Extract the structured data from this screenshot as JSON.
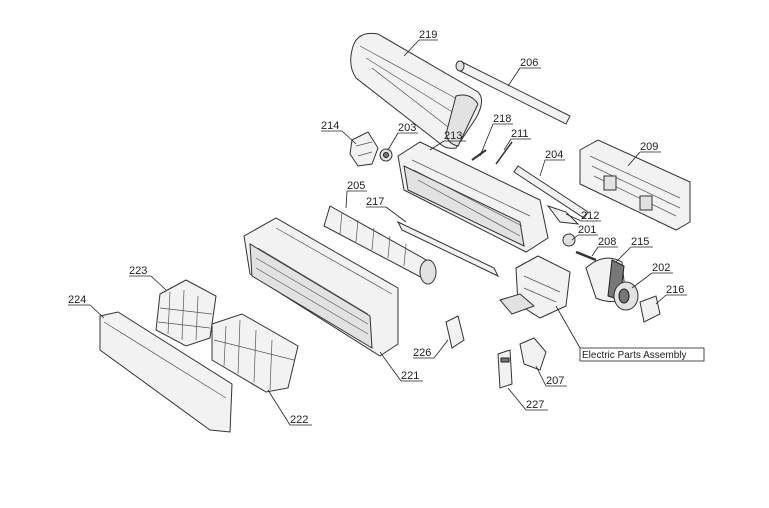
{
  "callouts": {
    "p219": "219",
    "p206": "206",
    "p214": "214",
    "p203": "203",
    "p213": "213",
    "p218": "218",
    "p211": "211",
    "p204": "204",
    "p209": "209",
    "p205": "205",
    "p217": "217",
    "p212": "212",
    "p201": "201",
    "p208": "208",
    "p215": "215",
    "p202": "202",
    "p216": "216",
    "p223": "223",
    "p224": "224",
    "p226": "226",
    "p221": "221",
    "p222": "222",
    "p207": "207",
    "p227": "227"
  },
  "assembly_label": "Electric Parts Assembly",
  "colors": {
    "line": "#333333",
    "fill": "#f2f2f2",
    "shade": "#e2e2e2",
    "dark": "#777777"
  }
}
